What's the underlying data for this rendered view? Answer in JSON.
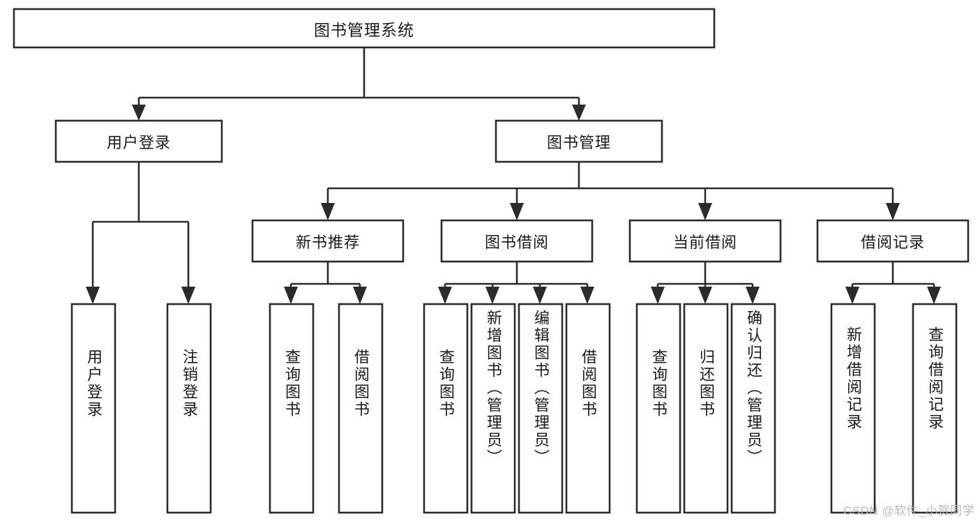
{
  "diagram": {
    "title": "图书管理系统",
    "watermark": "CSDN @软件_小贺同学",
    "colors": {
      "box_stroke": "#2b2b2b",
      "box_fill": "#ffffff",
      "text": "#1a1a1a",
      "background": "#ffffff",
      "watermark": "#b8b8b8"
    },
    "levels": {
      "root": "图书管理系统",
      "level2": [
        "用户登录",
        "图书管理"
      ],
      "level3": [
        "新书推荐",
        "图书借阅",
        "当前借阅",
        "借阅记录"
      ]
    },
    "nodes": {
      "root": {
        "label": "图书管理系统"
      },
      "user_login": {
        "label": "用户登录"
      },
      "book_manage": {
        "label": "图书管理"
      },
      "new_book_rec": {
        "label": "新书推荐"
      },
      "book_borrow": {
        "label": "图书借阅"
      },
      "current_borrow": {
        "label": "当前借阅"
      },
      "borrow_record": {
        "label": "借阅记录"
      },
      "leaf_user_login": {
        "label": "用户登录"
      },
      "leaf_logout": {
        "label": "注销登录"
      },
      "leaf_query_book_1": {
        "label": "查询图书"
      },
      "leaf_borrow_book_1": {
        "label": "借阅图书"
      },
      "leaf_query_book_2": {
        "label": "查询图书"
      },
      "leaf_add_book": {
        "label": "新增图书（管理员）"
      },
      "leaf_edit_book": {
        "label": "编辑图书（管理员）"
      },
      "leaf_borrow_book_2": {
        "label": "借阅图书"
      },
      "leaf_query_book_3": {
        "label": "查询图书"
      },
      "leaf_return_book": {
        "label": "归还图书"
      },
      "leaf_confirm_return": {
        "label": "确认归还（管理员）"
      },
      "leaf_add_record": {
        "label": "新增借阅记录"
      },
      "leaf_query_record": {
        "label": "查询借阅记录"
      }
    },
    "tree": [
      {
        "label": "图书管理系统",
        "children": [
          {
            "label": "用户登录",
            "children": [
              {
                "label": "用户登录"
              },
              {
                "label": "注销登录"
              }
            ]
          },
          {
            "label": "图书管理",
            "children": [
              {
                "label": "新书推荐",
                "children": [
                  {
                    "label": "查询图书"
                  },
                  {
                    "label": "借阅图书"
                  }
                ]
              },
              {
                "label": "图书借阅",
                "children": [
                  {
                    "label": "查询图书"
                  },
                  {
                    "label": "新增图书（管理员）"
                  },
                  {
                    "label": "编辑图书（管理员）"
                  },
                  {
                    "label": "借阅图书"
                  }
                ]
              },
              {
                "label": "当前借阅",
                "children": [
                  {
                    "label": "查询图书"
                  },
                  {
                    "label": "归还图书"
                  },
                  {
                    "label": "确认归还（管理员）"
                  }
                ]
              },
              {
                "label": "借阅记录",
                "children": [
                  {
                    "label": "新增借阅记录"
                  },
                  {
                    "label": "查询借阅记录"
                  }
                ]
              }
            ]
          }
        ]
      }
    ]
  }
}
